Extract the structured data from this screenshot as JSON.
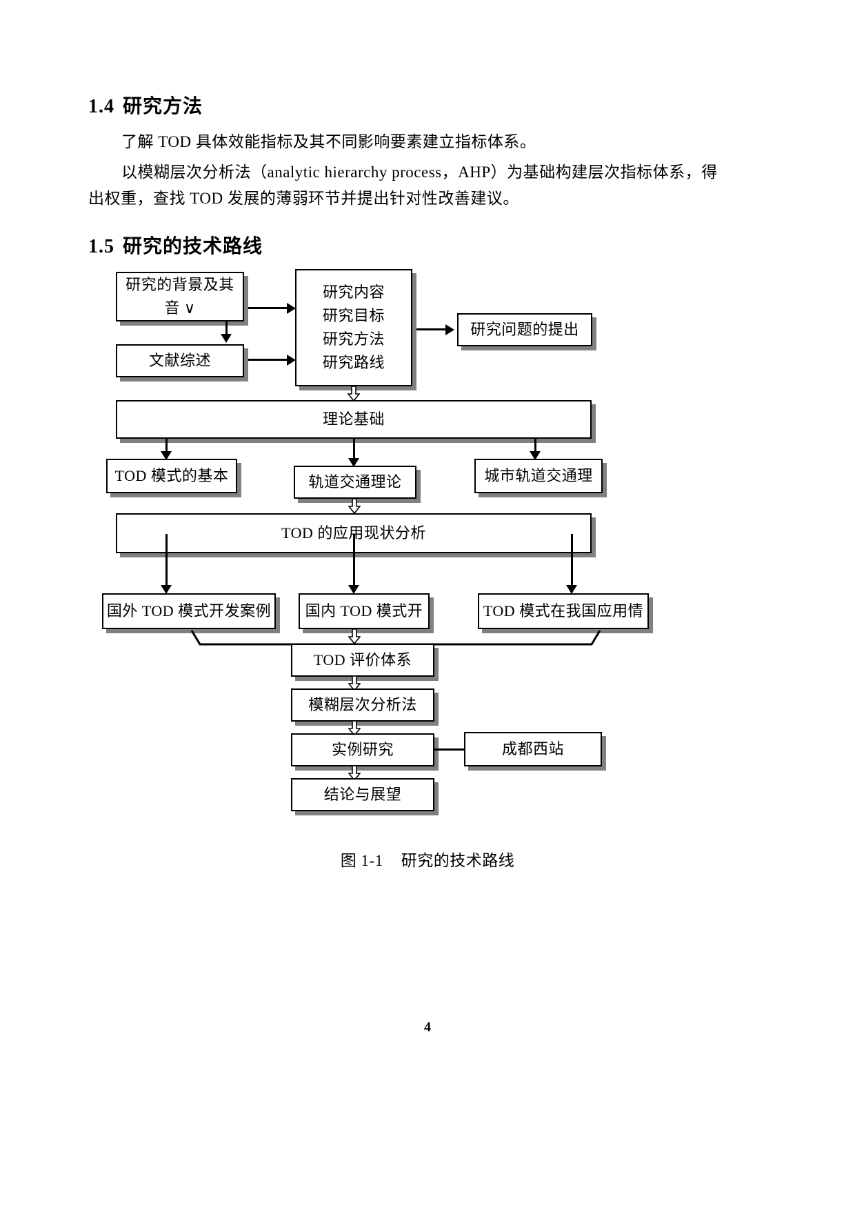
{
  "document": {
    "page_number": "4"
  },
  "sections": [
    {
      "number": "1.4",
      "title": "研究方法"
    },
    {
      "number": "1.5",
      "title": "研究的技术路线"
    }
  ],
  "paragraphs": {
    "p1": "了解 TOD 具体效能指标及其不同影响要素建立指标体系。",
    "p2_line1": "以模糊层次分析法（analytic hierarchy process，AHP）为基础构建层次指标体系，得",
    "p2_line2": "出权重，查找 TOD 发展的薄弱环节并提出针对性改善建议。"
  },
  "figure": {
    "caption_label": "图 1-1",
    "caption_title": "研究的技术路线",
    "nodes": {
      "background": {
        "line1": "研究的背景及其",
        "line2": "音 ∨"
      },
      "literature": {
        "line1": "文献综述"
      },
      "content": {
        "line1": "研究内容",
        "line2": "研究目标",
        "line3": "研究方法",
        "line4": "研究路线"
      },
      "question": {
        "line1": "研究问题的提出"
      },
      "theory": {
        "line1": "理论基础"
      },
      "tod_basic": {
        "line1": "TOD 模式的基本"
      },
      "rail_theory": {
        "line1": "轨道交通理论"
      },
      "urban_rail": {
        "line1": "城市轨道交通理"
      },
      "tod_status": {
        "line1": "TOD 的应用现状分析"
      },
      "case_abroad": {
        "line1": "国外 TOD 模式开发案例"
      },
      "case_domestic": {
        "line1": "国内 TOD 模式开"
      },
      "case_china": {
        "line1": "TOD 模式在我国应用情"
      },
      "evaluation": {
        "line1": "TOD 评价体系"
      },
      "fahp": {
        "line1": "模糊层次分析法"
      },
      "case_study": {
        "line1": "实例研究"
      },
      "chengdu_west": {
        "line1": "成都西站"
      },
      "conclusion": {
        "line1": "结论与展望"
      }
    }
  },
  "colors": {
    "ink": "#000000",
    "shadow": "#808080",
    "paper": "#ffffff"
  }
}
